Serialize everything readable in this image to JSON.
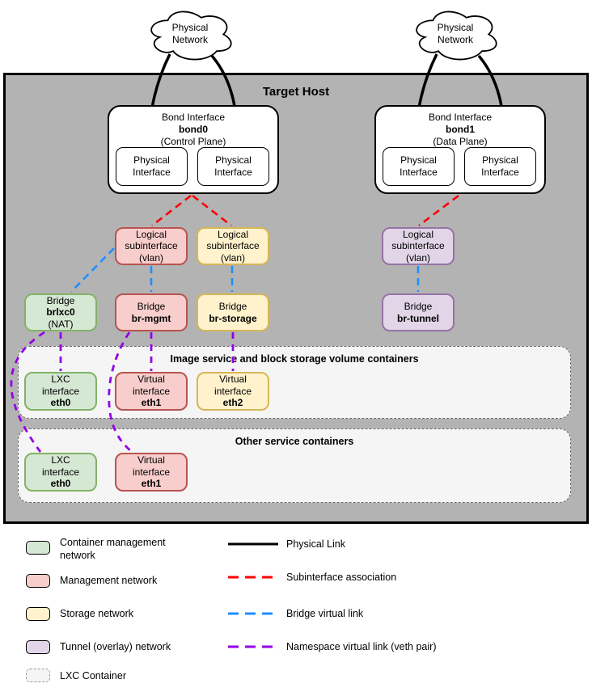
{
  "colors": {
    "host-fill": "#b3b3b3",
    "green-fill": "#d5e8d4",
    "green-stroke": "#82b366",
    "red-fill": "#f8cecc",
    "red-stroke": "#b85450",
    "yellow-fill": "#fff2cc",
    "yellow-stroke": "#d6b656",
    "purple-fill": "#e1d5e7",
    "purple-stroke": "#9673a6",
    "band-fill": "#f5f5f5",
    "band-stroke": "#666666",
    "link-black": "#000000",
    "link-red": "#ff0000",
    "link-blue": "#1e8fff",
    "link-purple": "#9400e8"
  },
  "clouds": [
    {
      "l1": "Physical",
      "l2": "Network"
    },
    {
      "l1": "Physical",
      "l2": "Network"
    }
  ],
  "host": {
    "title": "Target Host"
  },
  "bonds": [
    {
      "title": "Bond Interface",
      "name": "bond0",
      "plane": "(Control Plane)",
      "iface_l1": "Physical",
      "iface_l2": "Interface"
    },
    {
      "title": "Bond Interface",
      "name": "bond1",
      "plane": "(Data Plane)",
      "iface_l1": "Physical",
      "iface_l2": "Interface"
    }
  ],
  "subinterfaces": [
    {
      "l1": "Logical",
      "l2": "subinterface",
      "l3": "(vlan)"
    },
    {
      "l1": "Logical",
      "l2": "subinterface",
      "l3": "(vlan)"
    },
    {
      "l1": "Logical",
      "l2": "subinterface",
      "l3": "(vlan)"
    }
  ],
  "bridges": [
    {
      "l1": "Bridge",
      "name": "brlxc0",
      "l3": "(NAT)"
    },
    {
      "l1": "Bridge",
      "name": "br-mgmt"
    },
    {
      "l1": "Bridge",
      "name": "br-storage"
    },
    {
      "l1": "Bridge",
      "name": "br-tunnel"
    }
  ],
  "bands": [
    {
      "title": "Image service and block storage volume containers",
      "boxes": [
        {
          "l1": "LXC",
          "l2": "interface",
          "name": "eth0"
        },
        {
          "l1": "Virtual",
          "l2": "interface",
          "name": "eth1"
        },
        {
          "l1": "Virtual",
          "l2": "interface",
          "name": "eth2"
        }
      ]
    },
    {
      "title": "Other service containers",
      "boxes": [
        {
          "l1": "LXC",
          "l2": "interface",
          "name": "eth0"
        },
        {
          "l1": "Virtual",
          "l2": "interface",
          "name": "eth1"
        }
      ]
    }
  ],
  "legend": {
    "swatches": [
      {
        "label": "Container management network"
      },
      {
        "label": "Management network"
      },
      {
        "label": "Storage network"
      },
      {
        "label": "Tunnel (overlay) network"
      },
      {
        "label": "LXC Container"
      }
    ],
    "lines": [
      {
        "label": "Physical Link"
      },
      {
        "label": "Subinterface association"
      },
      {
        "label": "Bridge virtual link"
      },
      {
        "label": "Namespace virtual link (veth pair)"
      }
    ]
  }
}
